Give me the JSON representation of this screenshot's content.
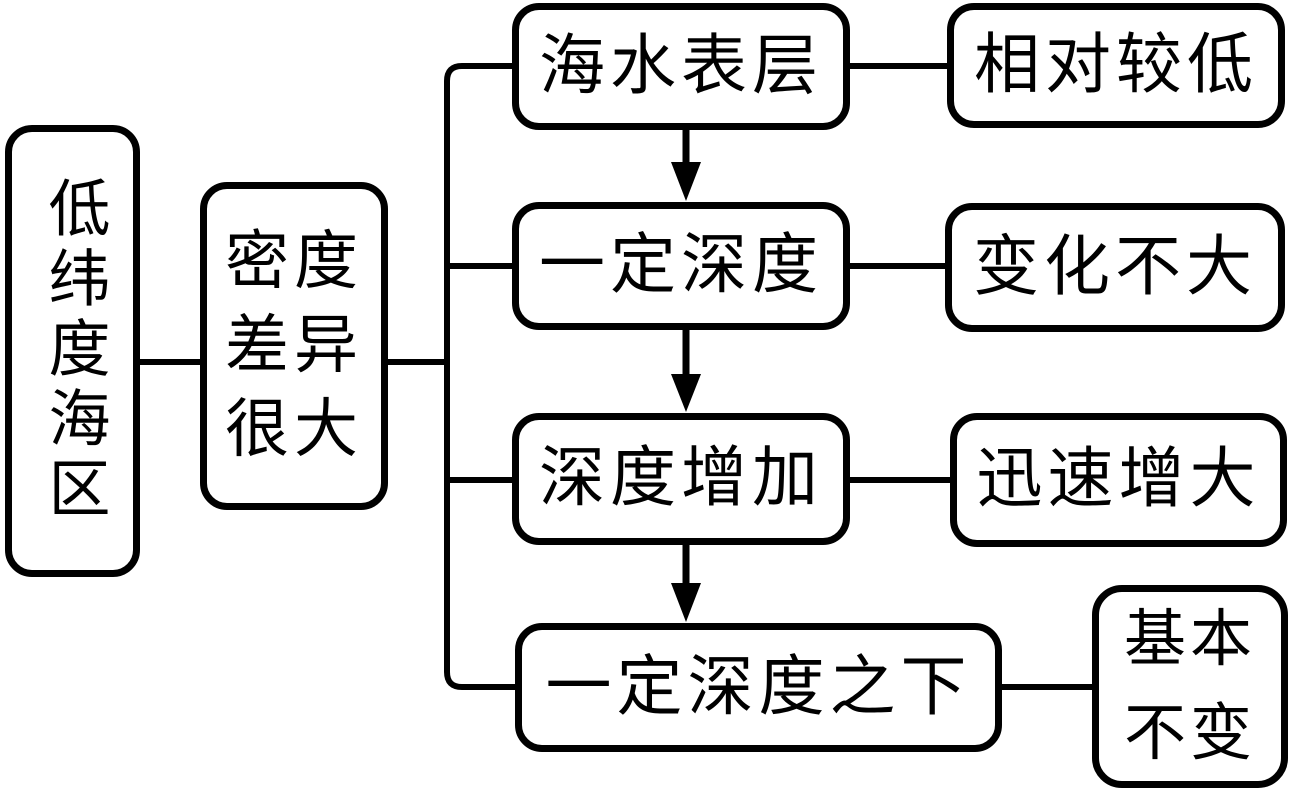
{
  "colors": {
    "ink": "#000000",
    "background": "#ffffff"
  },
  "diagram": {
    "root": {
      "label": "低纬度海区"
    },
    "summary": {
      "label": "密度差异很大",
      "line1": "密度",
      "line2": "差异",
      "line3": "很大"
    },
    "rows": [
      {
        "condition": "海水表层",
        "result": "相对较低"
      },
      {
        "condition": "一定深度",
        "result": "变化不大"
      },
      {
        "condition": "深度增加",
        "result": "迅速增大"
      },
      {
        "condition": "一定深度之下",
        "result": "基本不变",
        "result_line1": "基本",
        "result_line2": "不变"
      }
    ]
  }
}
